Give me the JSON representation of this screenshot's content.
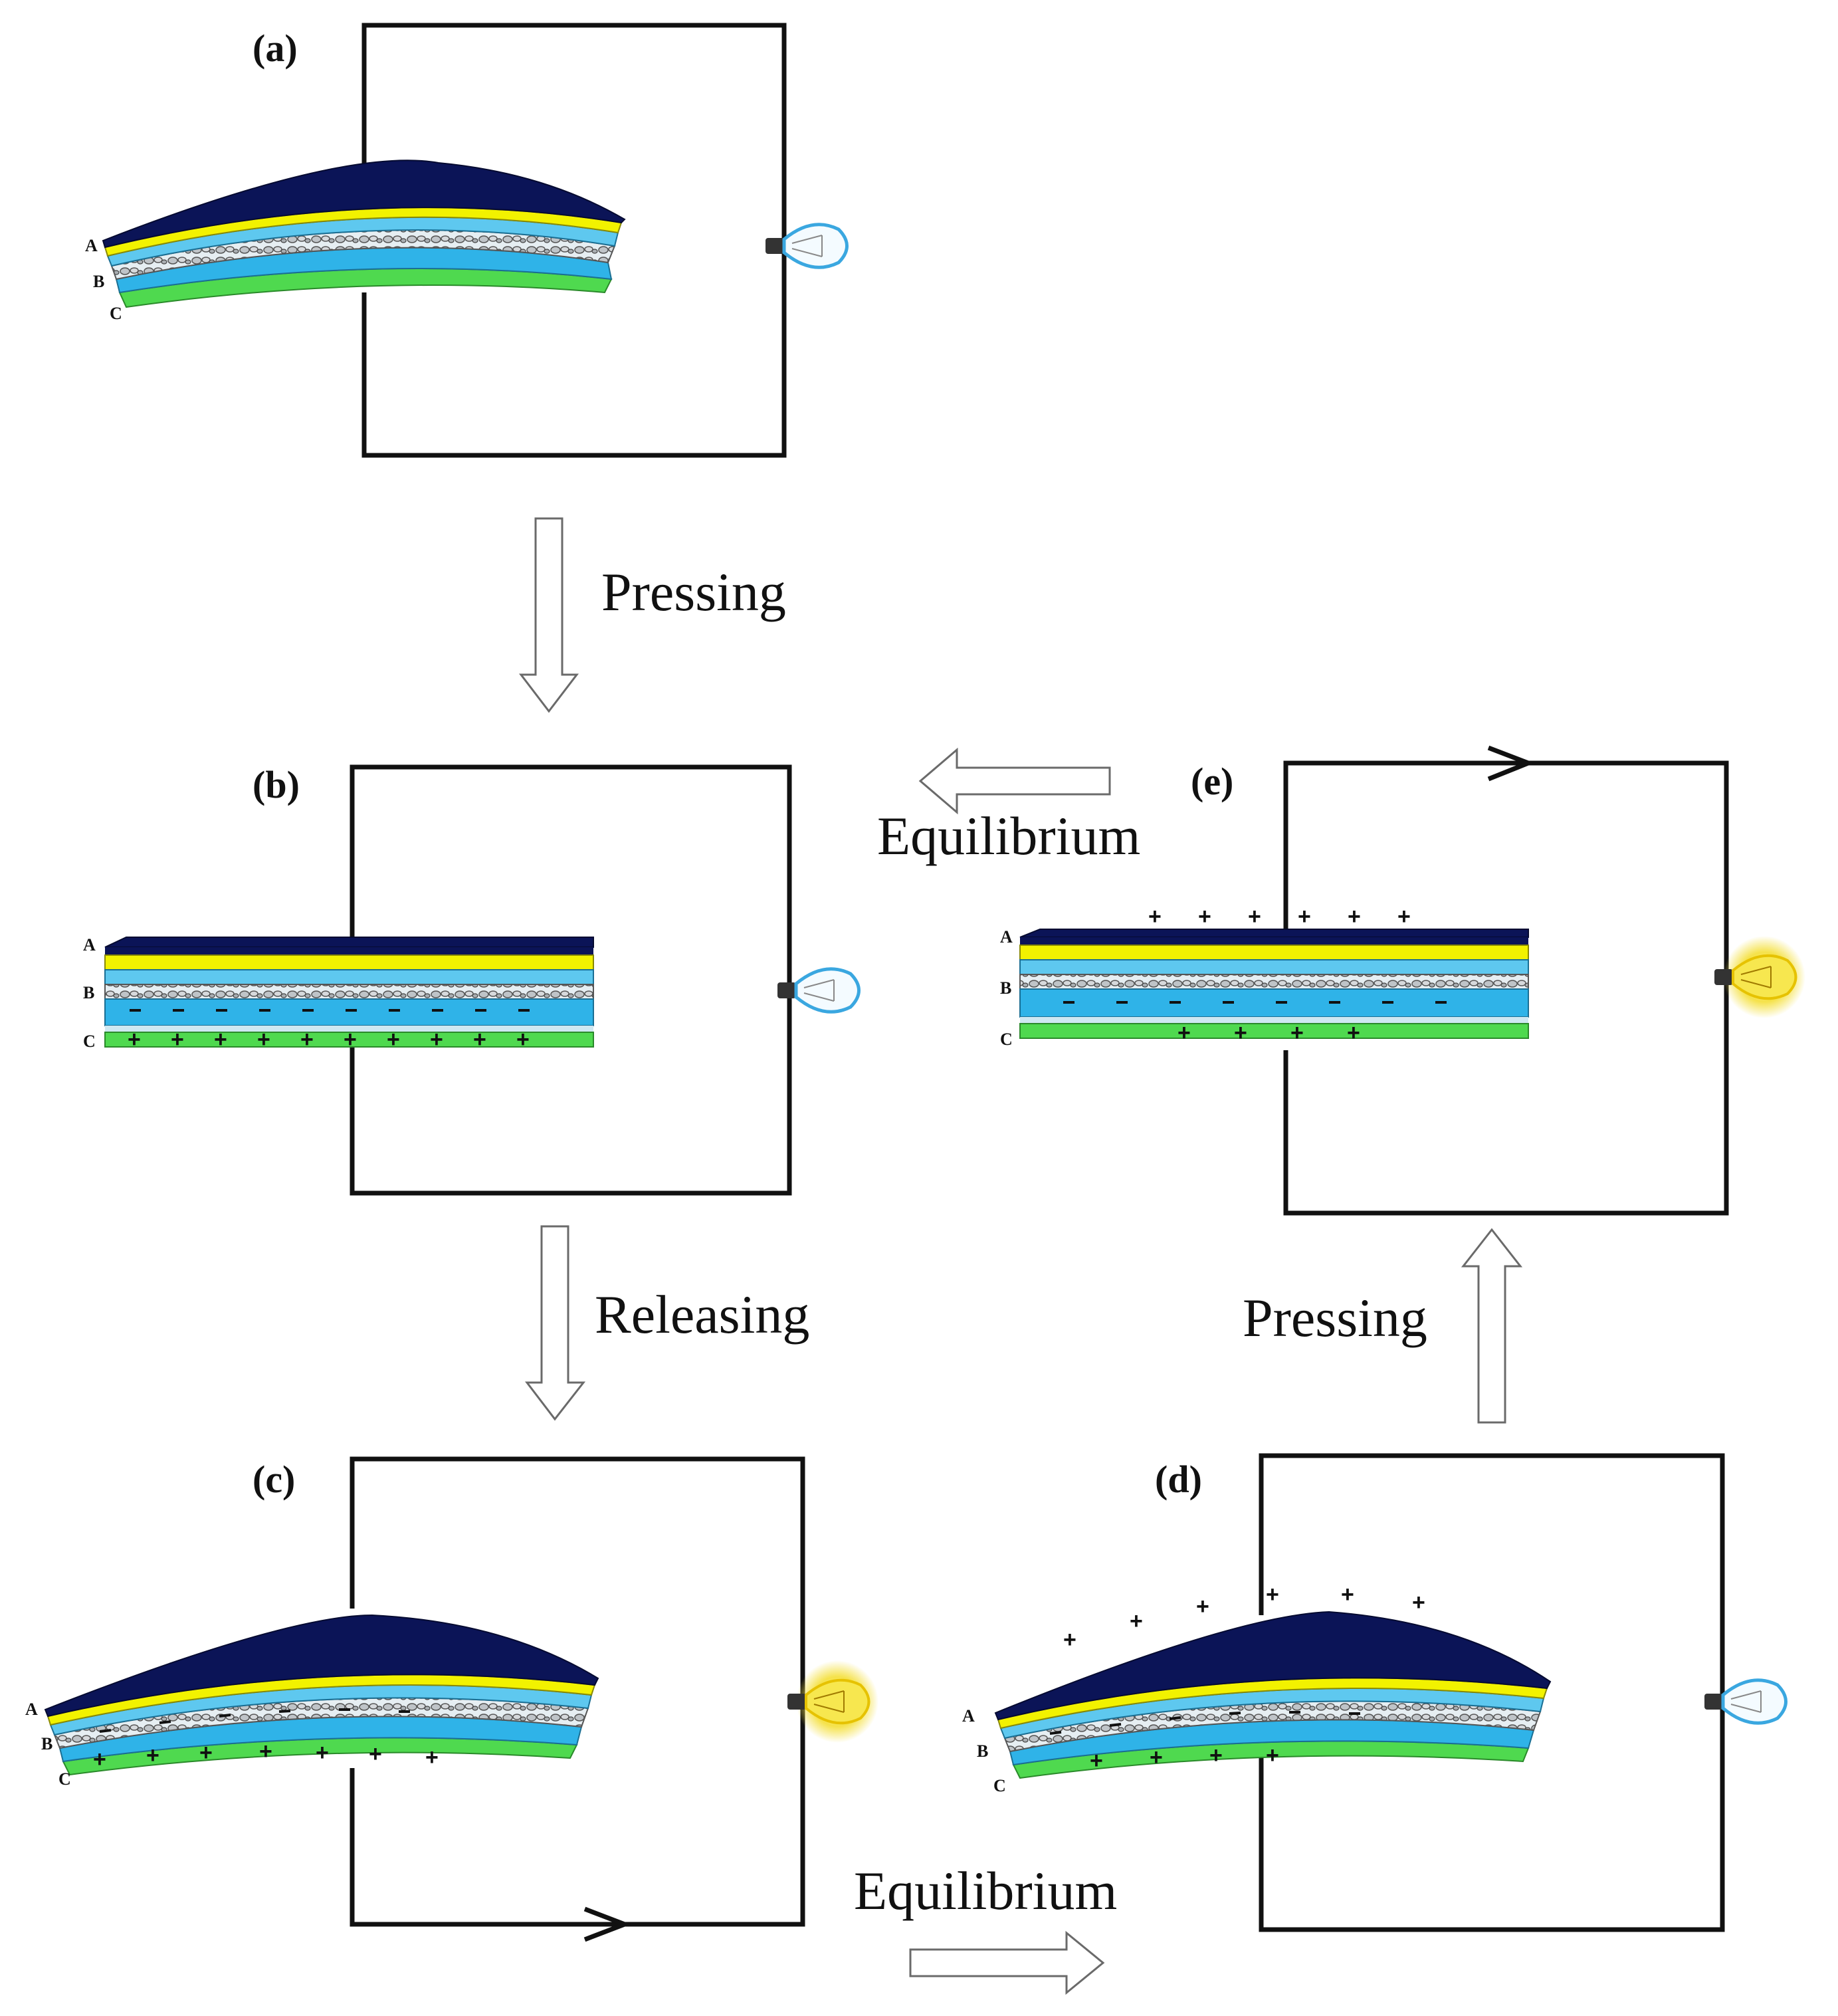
{
  "panels": {
    "a": {
      "label": "(a)",
      "layers": [
        "A",
        "B",
        "C"
      ],
      "bulb": "bulb-off-icon"
    },
    "b": {
      "label": "(b)",
      "layers": [
        "A",
        "B",
        "C"
      ],
      "bulb": "bulb-off-icon"
    },
    "c": {
      "label": "(c)",
      "layers": [
        "A",
        "B",
        "C"
      ],
      "bulb": "bulb-on-icon"
    },
    "d": {
      "label": "(d)",
      "layers": [
        "A",
        "B",
        "C"
      ],
      "bulb": "bulb-off-icon"
    },
    "e": {
      "label": "(e)",
      "layers": [
        "A",
        "B",
        "C"
      ],
      "bulb": "bulb-on-icon"
    }
  },
  "steps": {
    "a_to_b": "Pressing",
    "b_to_c": "Releasing",
    "c_to_d": "Equilibrium",
    "d_to_e": "Pressing",
    "e_to_b": "Equilibrium"
  },
  "colors": {
    "layer_top": "#0b1457",
    "layer_yellow": "#f2f200",
    "layer_blue": "#2fb3e8",
    "layer_green": "#4fd94f",
    "bulb_lit": "#f5e24a",
    "bulb_unlit": "#3aa7e0"
  }
}
